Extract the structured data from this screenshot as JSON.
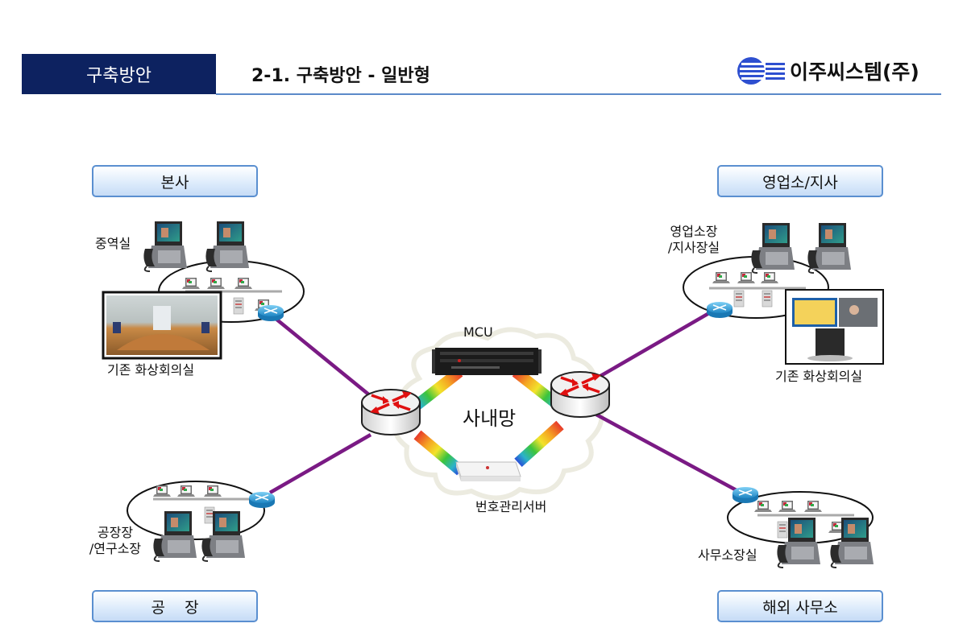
{
  "header": {
    "section_tab": "구축방안",
    "title": "2-1. 구축방안 - 일반형",
    "company_logo_text": "이주씨스템(주)"
  },
  "regions": {
    "hq": {
      "label": "본사",
      "room_label": "중역실",
      "existing_room_label": "기존 화상회의실"
    },
    "branch": {
      "label": "영업소/지사",
      "room_label_line1": "영업소장",
      "room_label_line2": "/지사장실",
      "existing_room_label": "기존 화상회의실"
    },
    "factory": {
      "label": "공    장",
      "room_label_line1": "공장장",
      "room_label_line2": "/연구소장"
    },
    "overseas": {
      "label": "해외 사무소",
      "room_label": "사무소장실"
    }
  },
  "core": {
    "network_label": "사내망",
    "mcu_label": "MCU",
    "number_server_label": "번호관리서버"
  },
  "colors": {
    "header_tab": "#0d2260",
    "header_line": "#5b8ac9",
    "wan_link": "#7a1a84",
    "region_border": "#5a8fd0",
    "router_blue": "#2f9fd6"
  }
}
